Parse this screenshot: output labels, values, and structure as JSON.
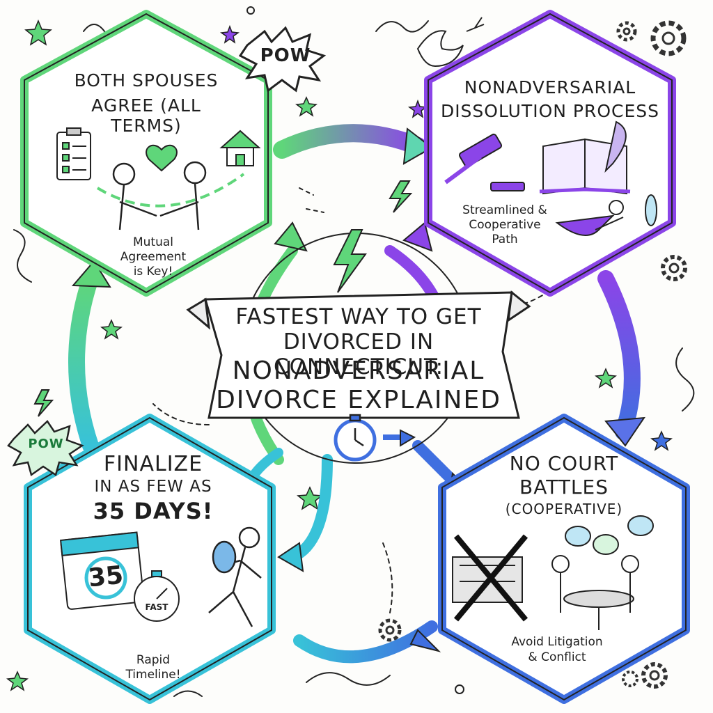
{
  "title": {
    "line1": "FASTEST WAY TO GET",
    "line2": "DIVORCED IN CONNECTICUT:",
    "line3": "NONADVERSARIAL",
    "line4": "DIVORCE EXPLAINED"
  },
  "steps": [
    {
      "id": "agree",
      "title_lines": [
        "BOTH SPOUSES",
        "AGREE (ALL TERMS)"
      ],
      "note_lines": [
        "Mutual",
        "Agreement",
        "is Key!"
      ],
      "color": "#5fd67a"
    },
    {
      "id": "process",
      "title_lines": [
        "NONADVERSARIAL",
        "DISSOLUTION PROCESS"
      ],
      "note_lines": [
        "Streamlined &",
        "Cooperative",
        "Path"
      ],
      "color": "#8b45e8"
    },
    {
      "id": "court",
      "title_lines": [
        "NO COURT",
        "BATTLES",
        "(COOPERATIVE)"
      ],
      "note_lines": [
        "Avoid Litigation",
        "& Conflict"
      ],
      "color": "#3f6fe0"
    },
    {
      "id": "finalize",
      "title_lines": [
        "FINALIZE",
        "IN AS FEW AS",
        "35 DAYS!"
      ],
      "note_lines": [
        "Rapid",
        "Timeline!"
      ],
      "color": "#38c2d8"
    }
  ],
  "icons": {
    "calendar_number": "35",
    "stopwatch_label": "FAST"
  },
  "pow": [
    "POW",
    "POW"
  ],
  "colors": {
    "green": "#5fd67a",
    "purple": "#8b45e8",
    "blue": "#3f6fe0",
    "teal": "#38c2d8",
    "ink": "#1f1f1f"
  }
}
